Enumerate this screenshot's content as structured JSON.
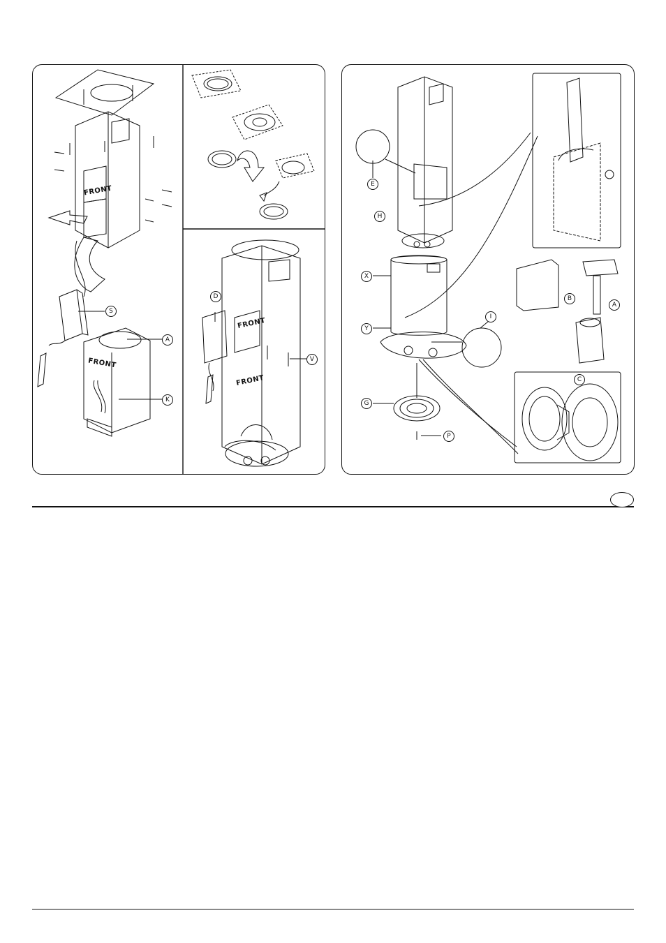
{
  "callouts": {
    "s": "S",
    "a": "A",
    "k": "K",
    "d": "D",
    "v": "V",
    "e": "E",
    "h": "H",
    "x": "X",
    "y": "Y",
    "i": "I",
    "b": "B",
    "a2": "A",
    "c": "C",
    "g": "G",
    "p": "P"
  },
  "labels": {
    "front_1": "FRONT",
    "front_2": "FRONT",
    "front_3": "FRONT",
    "front_4": "FRONT"
  },
  "colors": {
    "line": "#111111",
    "background": "#ffffff"
  }
}
